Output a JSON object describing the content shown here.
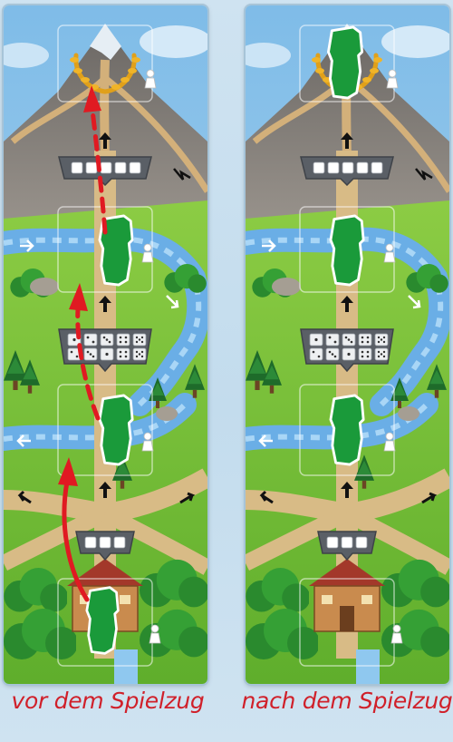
{
  "captions": {
    "before": "vor dem Spielzug",
    "after": "nach dem Spielzug"
  },
  "boards": {
    "before": {
      "player_tokens_on_spaces": [
        "forest",
        "lower-river",
        "upper-river"
      ],
      "moves": [
        {
          "from": "forest",
          "to": "lower-river",
          "style": "solid"
        },
        {
          "from": "lower-river",
          "to": "upper-river",
          "style": "dashed"
        },
        {
          "from": "upper-river",
          "to": "summit",
          "style": "dashed"
        }
      ]
    },
    "after": {
      "player_tokens_on_spaces": [
        "summit",
        "upper-river",
        "lower-river"
      ],
      "moves": []
    }
  },
  "cost_plaques": {
    "mountain": "5 squares",
    "middle": "2 x 5 dice",
    "bottom": "3 squares"
  },
  "colors": {
    "token": "#1a9a3a",
    "arrow": "#e01a22",
    "caption": "#d0202a",
    "river": "#6aaee6",
    "mountain": "#8c8780",
    "meadow": "#7cc63c"
  },
  "icons": [
    "laurel-wreath-icon",
    "pawn-icon",
    "arrow-icon",
    "die-icon",
    "house-icon",
    "tree-icon"
  ]
}
